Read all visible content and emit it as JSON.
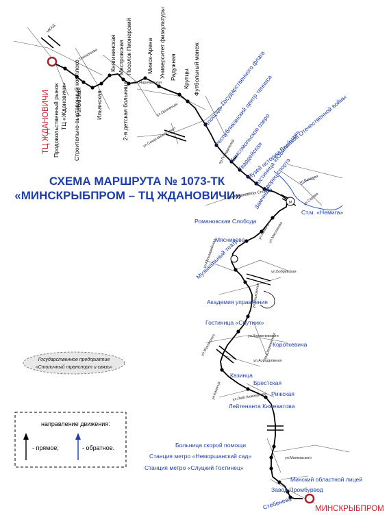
{
  "title": {
    "line1": "СХЕМА МАРШРУТА № 1073-ТК",
    "line2": "«МИНСКРЫБПРОМ – ТЦ ЖДАНОВИЧИ»"
  },
  "terminals": {
    "north": "ТЦ ЖДАНОВИЧИ",
    "south": "МИНСКРЫБПРОМ"
  },
  "stops": [
    "Продовольственный рынок",
    "ТЦ «Ждановичи»",
    "Ратомская",
    "Строительно-выставочный комплекс",
    "Ильянская",
    "Княгининская",
    "2-я детская больница",
    "Мястровская",
    "Поселок Пионерский",
    "Минск-Арена",
    "Университет физкультуры",
    "Радужная",
    "Крупцы",
    "Футбольный манеж",
    "Площадь Государственного флага",
    "Республиканский центр тенниса",
    "Комсомольское озеро",
    "Гвардейская",
    "Музей истории Великой Отечественной войны",
    "Гостиница «Юбилейная»",
    "Дворец спорта",
    "Замчище",
    "Ст.м. «Немига»",
    "Романовская Слобода",
    "Мясникова",
    "Музыкальный театр",
    "Академия управления",
    "Гостиница «Спутник»",
    "Короткевича",
    "Казинца",
    "Брестская",
    "Рижская",
    "Лейтенанта Кижеватова",
    "Больница скорой помощи",
    "Станция метро «Неморшанский сад»",
    "Станция метро «Слуцкий Гостинец»",
    "Минский областной лицей",
    "Завод Промбурвод",
    "Стебенева"
  ],
  "streets": [
    "ул.Тимирязева",
    "ул.Нарочанская",
    "ул.Орловская",
    "ул.Сморговский тракт",
    "пр.Победителей",
    "ул.Романовская Слобода",
    "ул.Немига",
    "ул.Мясникова",
    "ул.Московская",
    "ул.Бобруйская",
    "ул.Аэродромная",
    "ул.Корженевского",
    "ул.Лейт.Кижеватова",
    "ул.Жуковского",
    "ул.Казинца",
    "ул.Маяковского",
    "ул.Кальварийская",
    "пр.Дзержинского",
    "ул.Ванеева",
    "ул.Серова",
    "МКАД"
  ],
  "organization": {
    "line1": "Государственное предприятие",
    "line2": "«Столичный транспорт и связь»"
  },
  "legend": {
    "heading": "направление движения:",
    "forward": "- прямое;",
    "reverse": "- обратное."
  },
  "colors": {
    "route": "#000000",
    "label": "#1f3fa8",
    "terminal": "#d0202a",
    "water": "#2a4fd0"
  }
}
